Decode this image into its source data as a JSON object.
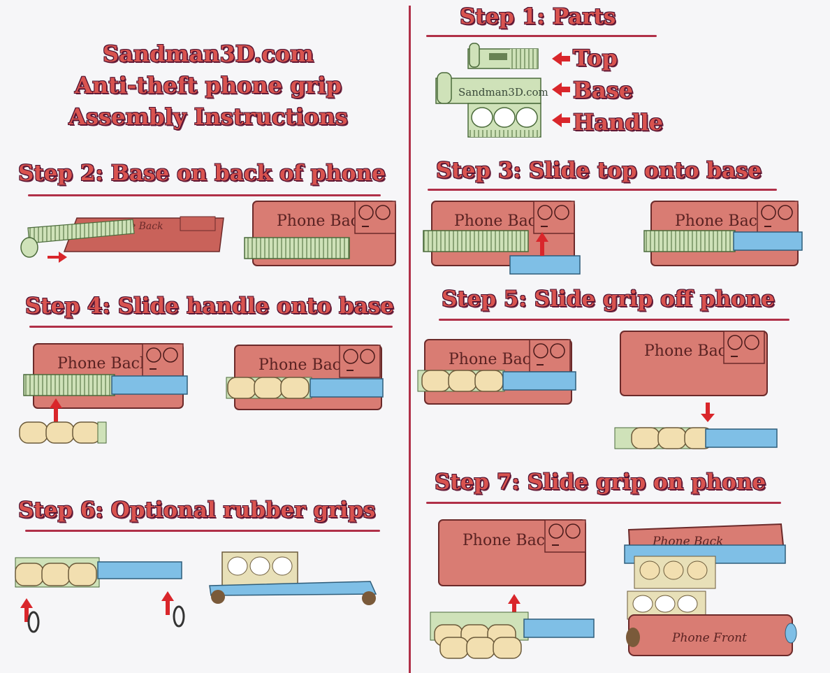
{
  "header": {
    "line1": "Sandman3D.com",
    "line2": "Anti-theft phone grip",
    "line3": "Assembly Instructions"
  },
  "steps": {
    "s1": "Step 1:  Parts",
    "s2": "Step 2:  Base on back of phone",
    "s3": "Step 3:  Slide top onto base",
    "s4": "Step 4:  Slide handle onto base",
    "s5": "Step 5:  Slide grip off phone",
    "s6": "Step 6: Optional rubber grips",
    "s7": "Step 7: Slide grip on phone"
  },
  "parts": {
    "top": "Top",
    "base": "Base",
    "handle": "Handle",
    "base_text": "Sandman3D.com"
  },
  "labels": {
    "phone_back": "Phone Back",
    "phone_front": "Phone Front"
  },
  "colors": {
    "phone": "#d97c73",
    "phone_stroke": "#6b2a2a",
    "base_green": "#cfe2b9",
    "top_blue": "#7fbfe6",
    "handle_tan": "#f2dfb0",
    "arrow_red": "#d9262b",
    "title_red": "#d9534f"
  }
}
